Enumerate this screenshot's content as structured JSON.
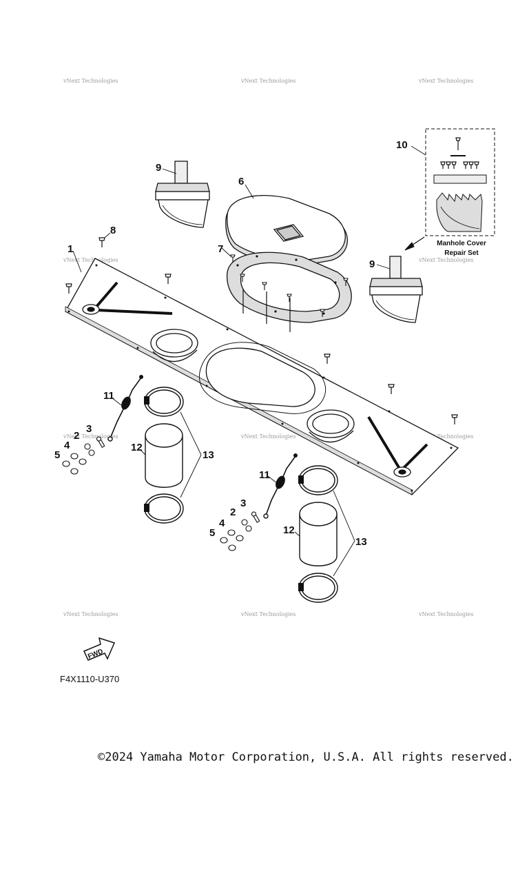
{
  "callouts": {
    "c1": "1",
    "c2a": "2",
    "c2b": "2",
    "c3a": "3",
    "c3b": "3",
    "c4a": "4",
    "c4b": "4",
    "c5a": "5",
    "c5b": "5",
    "c6": "6",
    "c7": "7",
    "c8": "8",
    "c9a": "9",
    "c9b": "9",
    "c10": "10",
    "c11a": "11",
    "c11b": "11",
    "c12a": "12",
    "c12b": "12",
    "c13a": "13",
    "c13b": "13"
  },
  "kit_caption": {
    "line1": "Manhole Cover",
    "line2": "Repair Set"
  },
  "fwd_label": "FWD",
  "diagram_code": "F4X1110-U370",
  "copyright": "©2024 Yamaha Motor Corporation, U.S.A. All rights reserved.",
  "watermark": "vNext Technologies"
}
